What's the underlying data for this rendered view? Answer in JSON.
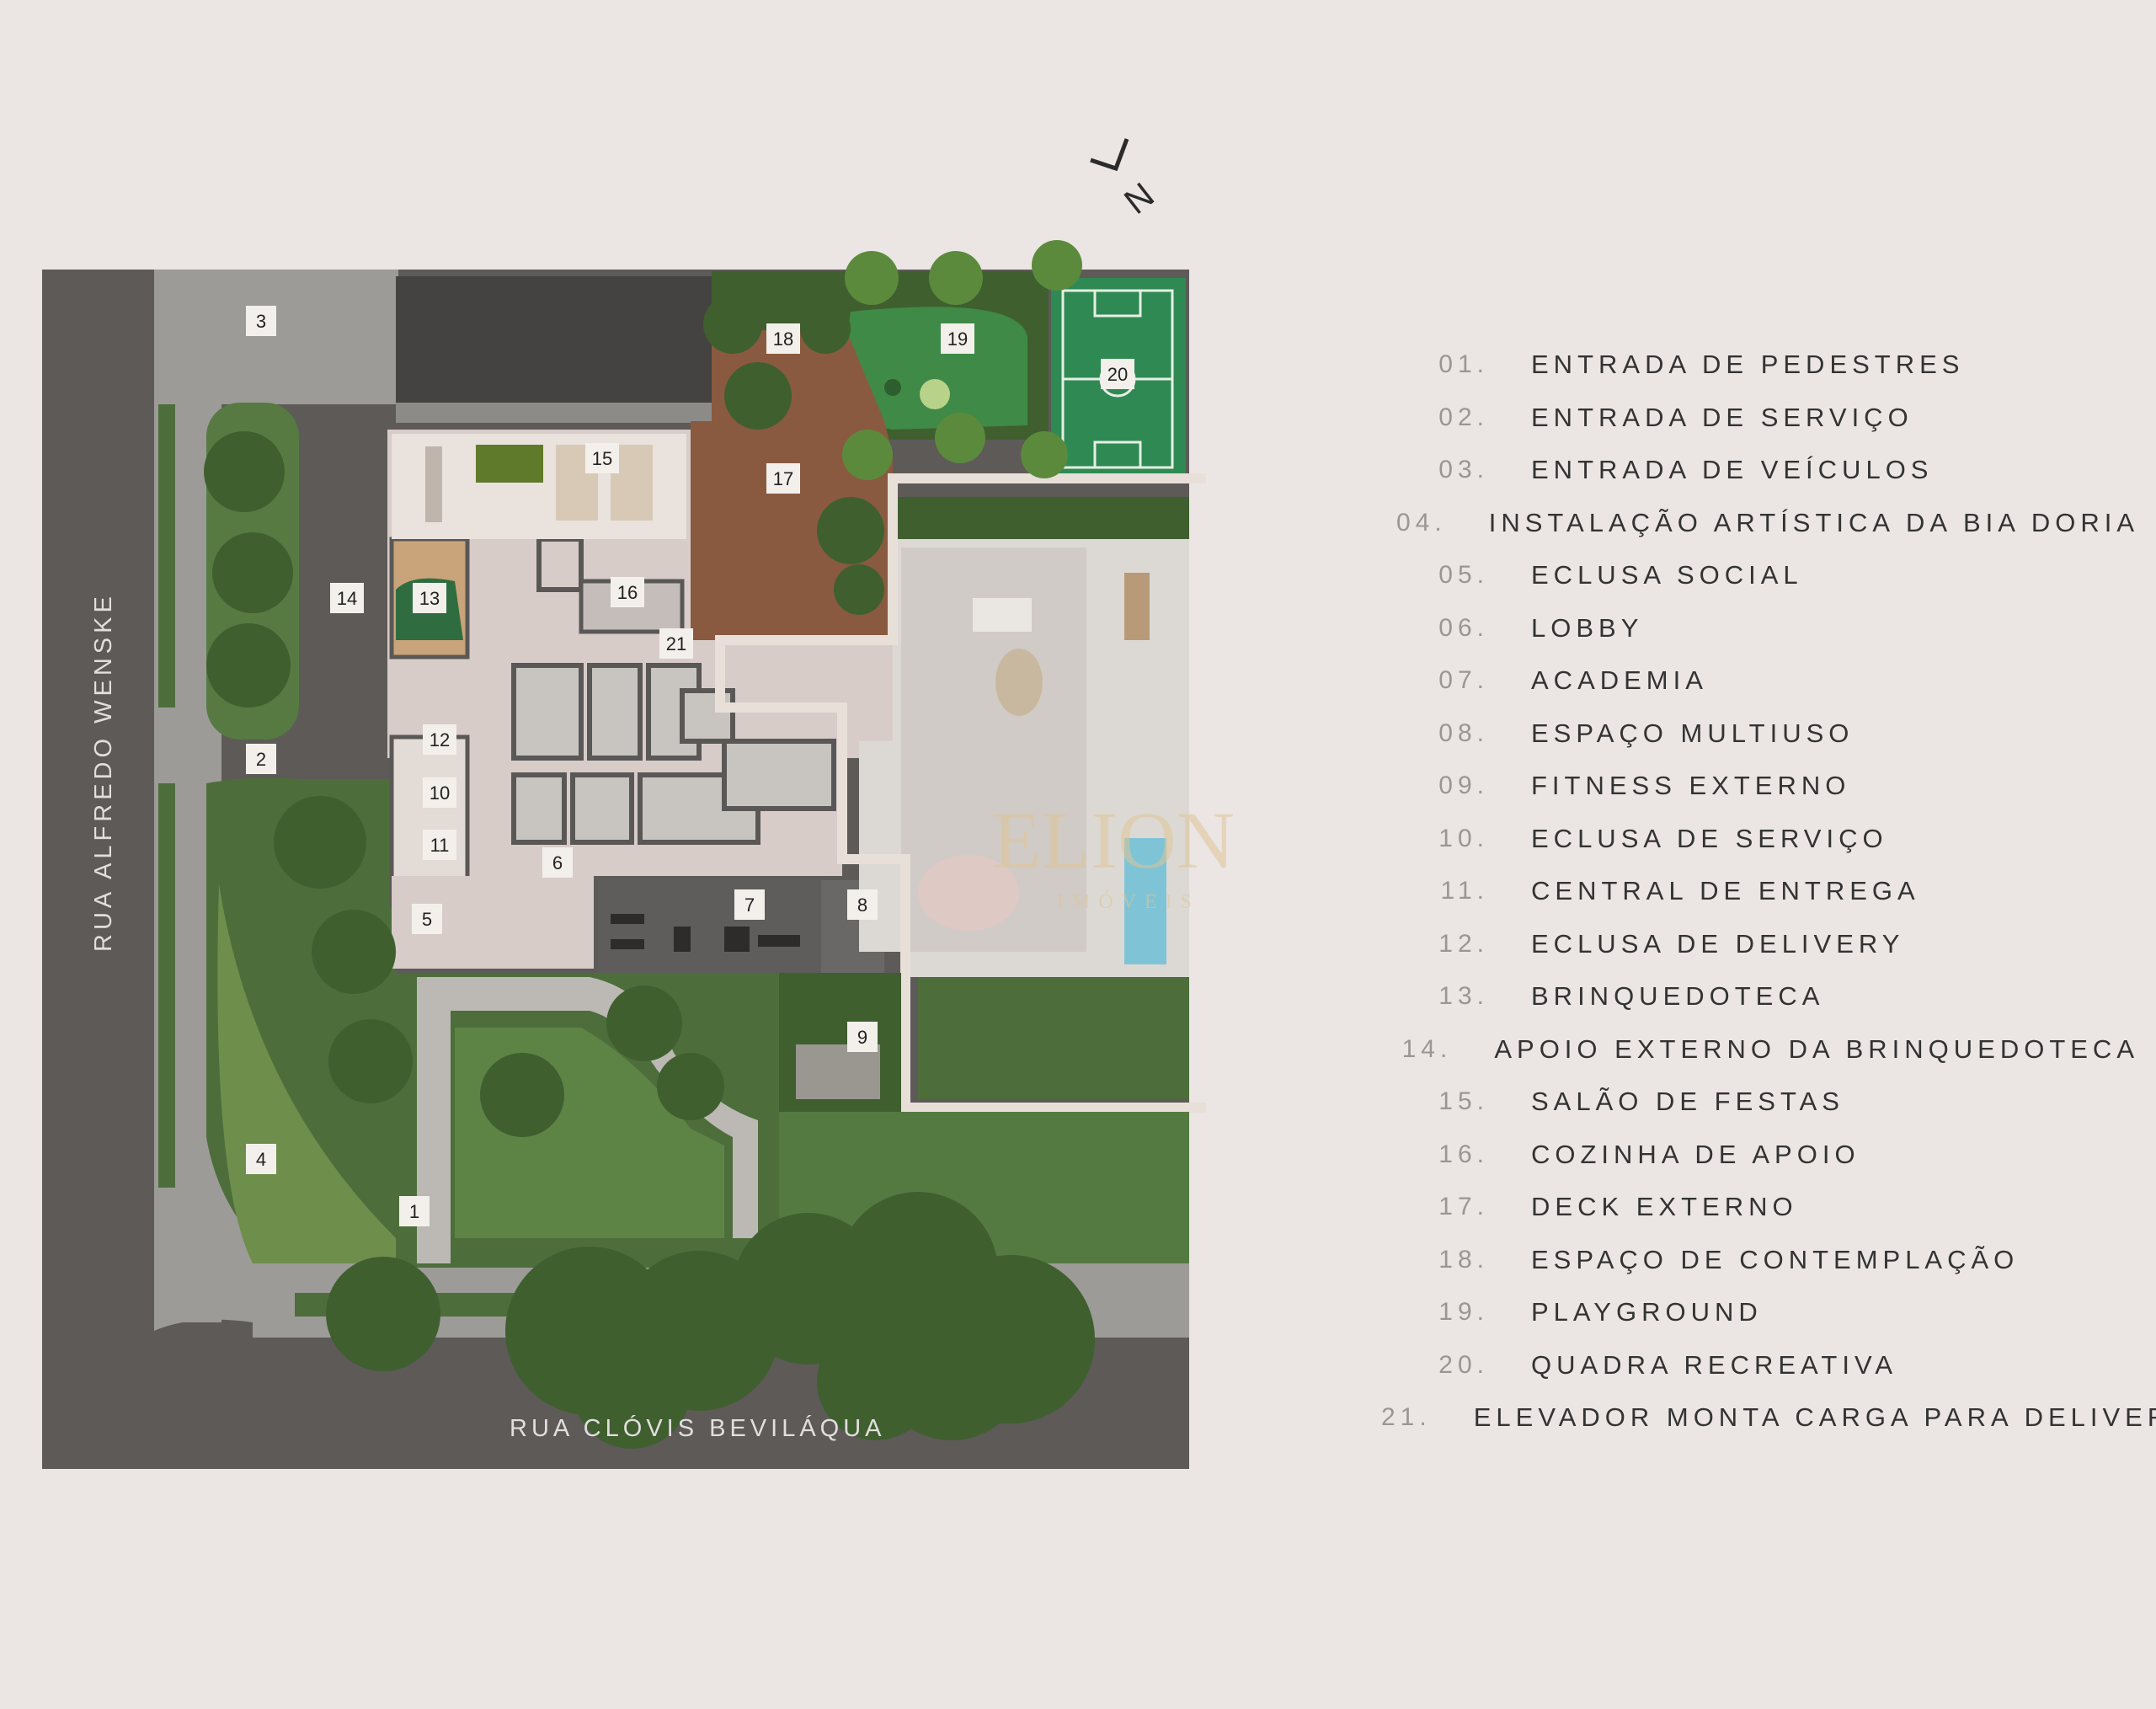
{
  "map": {
    "markers": [
      "1",
      "2",
      "3",
      "4",
      "5",
      "6",
      "7",
      "8",
      "9",
      "10",
      "11",
      "12",
      "13",
      "14",
      "15",
      "16",
      "17",
      "18",
      "19",
      "20",
      "21"
    ],
    "north_label": "N",
    "streets": {
      "left": "RUA ALFREDO WENSKE",
      "bottom": "RUA CLÓVIS BEVILÁQUA"
    },
    "watermark": {
      "brand": "ELION",
      "sub": "IMÓVEIS"
    },
    "colors": {
      "background": "#ebe5e4",
      "street": "#5d5a58",
      "sidewalk": "#9d9b98",
      "building_floor": "#d8ccc9",
      "grass": "#4d6e3b",
      "tree": "#3f5f2f",
      "deck": "#8a5a40",
      "court": "#2e8a52",
      "pool": "#7ec4d6",
      "dark_roof": "#444341",
      "marker_bg": "#f3f0ec"
    }
  },
  "legend": [
    {
      "num": "01.",
      "label": "ENTRADA DE PEDESTRES"
    },
    {
      "num": "02.",
      "label": "ENTRADA DE SERVIÇO"
    },
    {
      "num": "03.",
      "label": "ENTRADA DE VEÍCULOS"
    },
    {
      "num": "04.",
      "label": "INSTALAÇÃO ARTÍSTICA DA BIA DORIA"
    },
    {
      "num": "05.",
      "label": "ECLUSA SOCIAL"
    },
    {
      "num": "06.",
      "label": "LOBBY"
    },
    {
      "num": "07.",
      "label": "ACADEMIA"
    },
    {
      "num": "08.",
      "label": "ESPAÇO MULTIUSO"
    },
    {
      "num": "09.",
      "label": "FITNESS EXTERNO"
    },
    {
      "num": "10.",
      "label": "ECLUSA DE SERVIÇO"
    },
    {
      "num": "11.",
      "label": "CENTRAL DE ENTREGA"
    },
    {
      "num": "12.",
      "label": "ECLUSA DE DELIVERY"
    },
    {
      "num": "13.",
      "label": "BRINQUEDOTECA"
    },
    {
      "num": "14.",
      "label": "APOIO EXTERNO DA BRINQUEDOTECA"
    },
    {
      "num": "15.",
      "label": "SALÃO DE FESTAS"
    },
    {
      "num": "16.",
      "label": "COZINHA DE APOIO"
    },
    {
      "num": "17.",
      "label": "DECK EXTERNO"
    },
    {
      "num": "18.",
      "label": "ESPAÇO DE CONTEMPLAÇÃO"
    },
    {
      "num": "19.",
      "label": "PLAYGROUND"
    },
    {
      "num": "20.",
      "label": "QUADRA RECREATIVA"
    },
    {
      "num": "21.",
      "label": "ELEVADOR MONTA CARGA PARA DELIVERY"
    }
  ]
}
